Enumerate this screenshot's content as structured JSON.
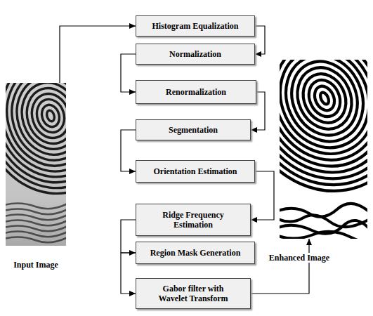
{
  "diagram": {
    "nodes": [
      {
        "text": [
          "Input Image"
        ]
      },
      {
        "text": [
          "Histogram Equalization"
        ]
      },
      {
        "text": [
          "Normalization"
        ]
      },
      {
        "text": [
          "Renormalization"
        ]
      },
      {
        "text": [
          "Segmentation"
        ]
      },
      {
        "text": [
          "Orientation Estimation"
        ]
      },
      {
        "text": [
          "Ridge Frequency Estimation"
        ]
      },
      {
        "text": [
          "Region Mask Generation"
        ]
      },
      {
        "text": [
          "Gabor filter with Wavelet Transform"
        ]
      },
      {
        "text": [
          "Enhanced Image"
        ]
      }
    ],
    "edges": [
      {
        "from": 0,
        "to": 1,
        "arrow": "to"
      },
      {
        "from": 1,
        "to": 2,
        "arrow": "to"
      },
      {
        "from": 2,
        "to": 3,
        "arrow": "to"
      },
      {
        "from": 3,
        "to": 4,
        "arrow": "to"
      },
      {
        "from": 4,
        "to": 5,
        "arrow": "to"
      },
      {
        "from": 5,
        "to": 6,
        "arrow": "to"
      },
      {
        "from": 6,
        "to": 7,
        "arrow": "to"
      },
      {
        "from": 7,
        "to": 8,
        "arrow": "to"
      },
      {
        "from": 8,
        "to": 9,
        "arrow": "to"
      }
    ]
  }
}
